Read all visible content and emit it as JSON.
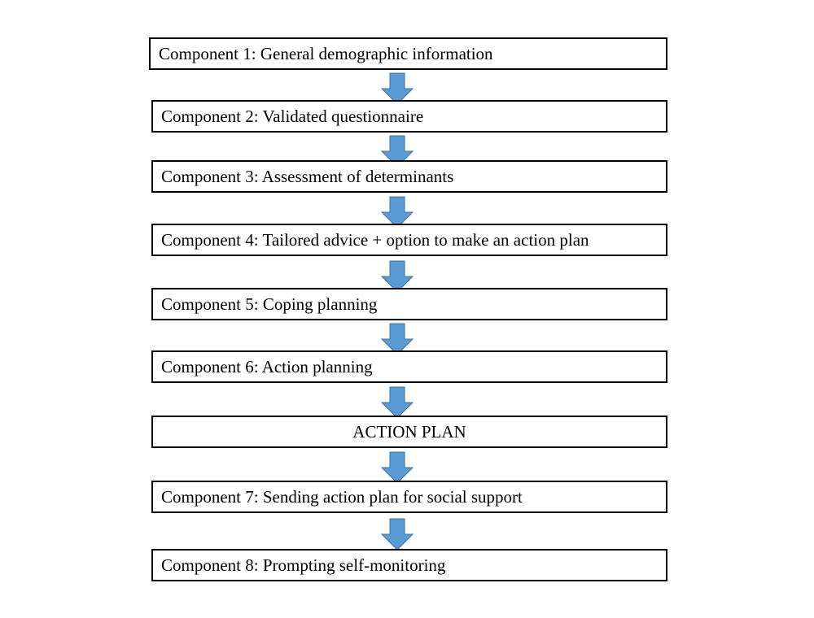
{
  "steps": [
    {
      "label": "Component 1: General demographic information"
    },
    {
      "label": "Component 2: Validated questionnaire"
    },
    {
      "label": "Component 3: Assessment of determinants"
    },
    {
      "label": "Component 4: Tailored advice + option to make an action plan"
    },
    {
      "label": "Component 5: Coping planning"
    },
    {
      "label": "Component 6: Action planning"
    },
    {
      "label": "ACTION PLAN"
    },
    {
      "label": "Component 7: Sending action plan for social support"
    },
    {
      "label": "Component 8: Prompting self-monitoring"
    }
  ],
  "colors": {
    "arrow_fill": "#5b9bd5",
    "arrow_stroke": "#41719c",
    "box_border": "#000000"
  }
}
